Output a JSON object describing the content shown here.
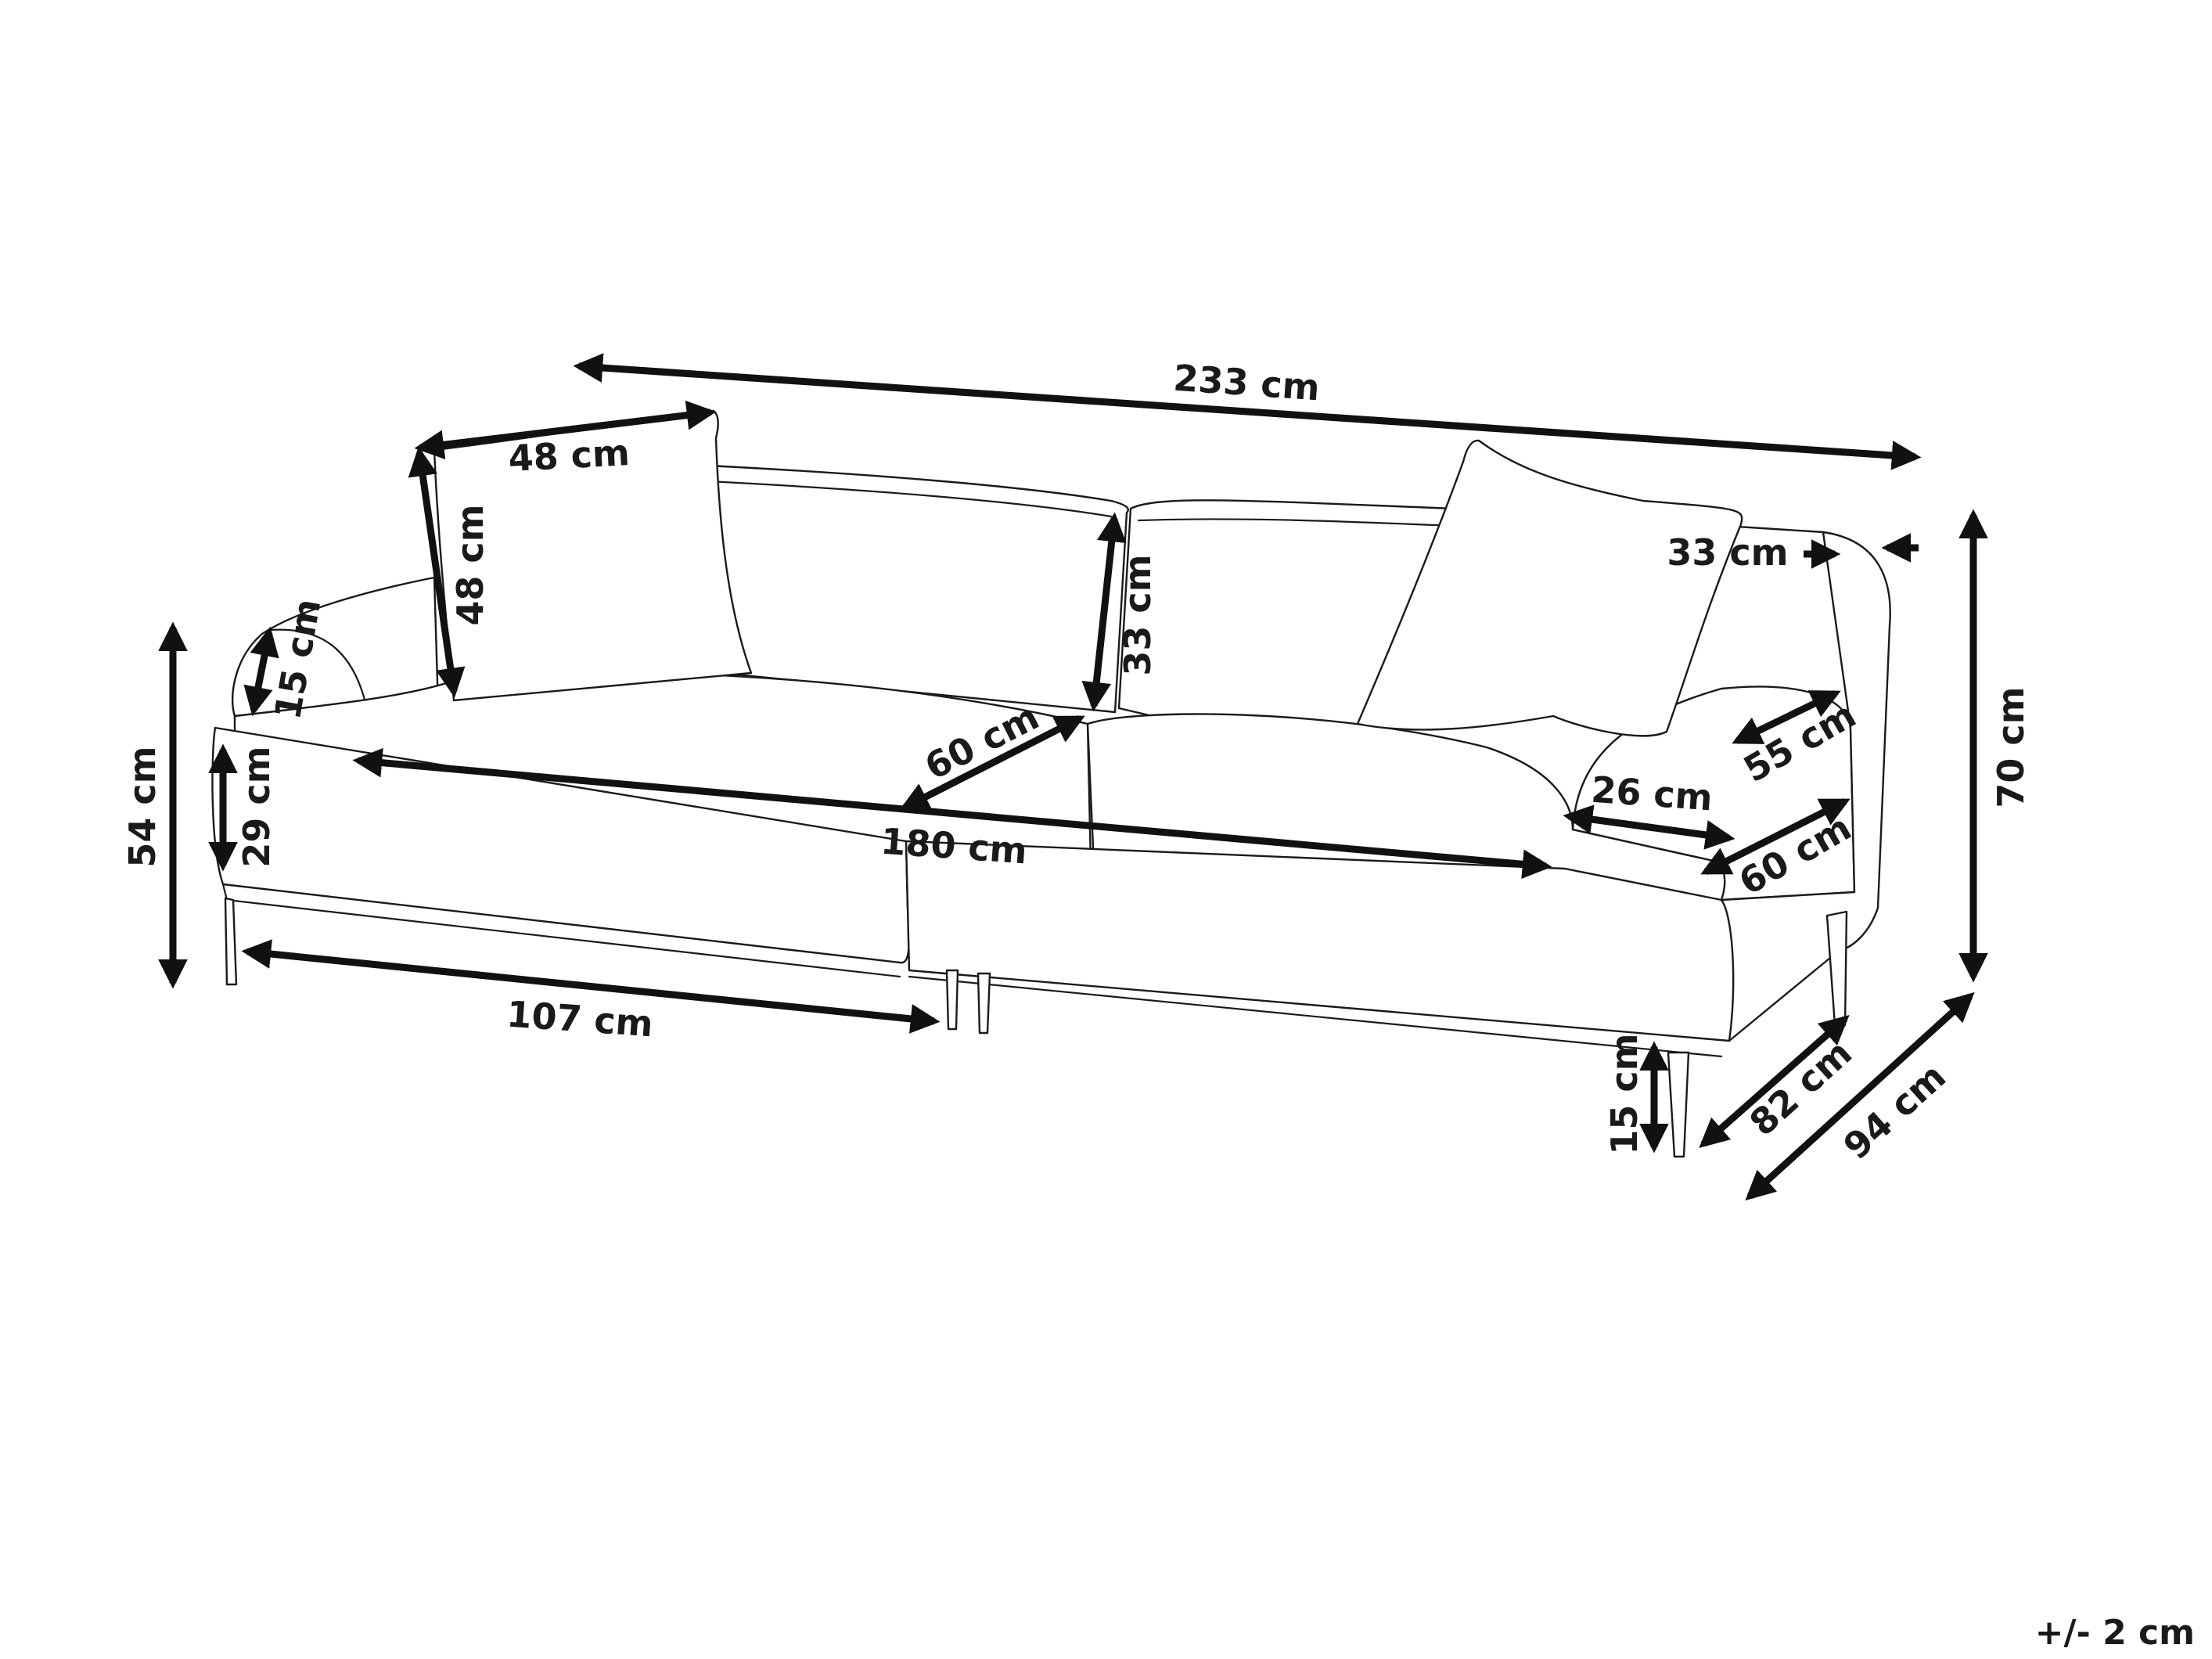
{
  "diagram": {
    "subject": "sofa-dimensions",
    "unit": "cm",
    "tolerance": "+/- 2 cm",
    "dimensions": {
      "total_width": "233 cm",
      "pillow_width": "48 cm",
      "pillow_height": "48 cm",
      "armrest_height_left": "15 cm",
      "overall_seat_height": "54 cm",
      "seat_cushion_height": "29 cm",
      "seat_width": "180 cm",
      "seat_depth": "60 cm",
      "backrest_height": "33 cm",
      "module_width": "107 cm",
      "armrest_width_top": "33 cm",
      "total_height": "70 cm",
      "armrest_depth": "55 cm",
      "armrest_width": "26 cm",
      "armrest_front_depth": "60 cm",
      "depth_base": "82 cm",
      "total_depth": "94 cm",
      "leg_height": "15 cm"
    }
  }
}
